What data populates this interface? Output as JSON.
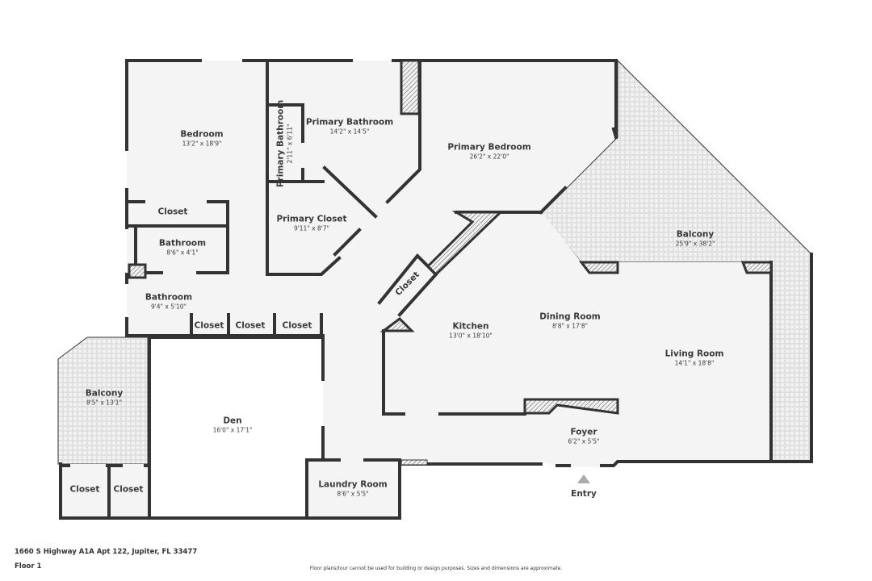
{
  "plan": {
    "floor": "Floor 1",
    "address": "1660 S Highway A1A Apt 122, Jupiter, FL 33477",
    "disclaimer": "Floor plans/tour cannot be used for building or design purposes. Sizes and dimensions are approximate.",
    "entry_label": "Entry",
    "colors": {
      "wall": "#333333",
      "floor": "#f4f4f4",
      "balcony": "#ececec",
      "entry_marker": "#aaaaaa"
    }
  },
  "rooms": {
    "bedroom": {
      "name": "Bedroom",
      "dim": "13'2\" x 18'9\""
    },
    "primary_bathroom": {
      "name": "Primary Bathroom",
      "dim": "14'2\" x 14'5\""
    },
    "primary_bathroom_small": {
      "name": "Primary Bathroom",
      "dim": "2'11\" x 6'11\""
    },
    "primary_bedroom": {
      "name": "Primary Bedroom",
      "dim": "26'2\" x 22'0\""
    },
    "primary_closet": {
      "name": "Primary Closet",
      "dim": "9'11\" x 8'7\""
    },
    "closet_bedroom": {
      "name": "Closet"
    },
    "bathroom_1": {
      "name": "Bathroom",
      "dim": "8'6\" x 4'1\""
    },
    "bathroom_2": {
      "name": "Bathroom",
      "dim": "9'4\" x 5'10\""
    },
    "closet_hall_1": {
      "name": "Closet"
    },
    "closet_hall_2": {
      "name": "Closet"
    },
    "closet_hall_3": {
      "name": "Closet"
    },
    "closet_diagonal": {
      "name": "Closet"
    },
    "balcony_main": {
      "name": "Balcony",
      "dim": "25'9\" x 38'2\""
    },
    "kitchen": {
      "name": "Kitchen",
      "dim": "13'0\" x 18'10\""
    },
    "dining_room": {
      "name": "Dining Room",
      "dim": "8'8\" x 17'8\""
    },
    "living_room": {
      "name": "Living Room",
      "dim": "14'1\" x 18'8\""
    },
    "balcony_den": {
      "name": "Balcony",
      "dim": "8'5\" x 13'1\""
    },
    "den": {
      "name": "Den",
      "dim": "16'0\" x 17'1\""
    },
    "closet_balcony_1": {
      "name": "Closet"
    },
    "closet_balcony_2": {
      "name": "Closet"
    },
    "laundry_room": {
      "name": "Laundry Room",
      "dim": "8'6\" x 5'5\""
    },
    "foyer": {
      "name": "Foyer",
      "dim": "6'2\" x 5'5\""
    }
  }
}
